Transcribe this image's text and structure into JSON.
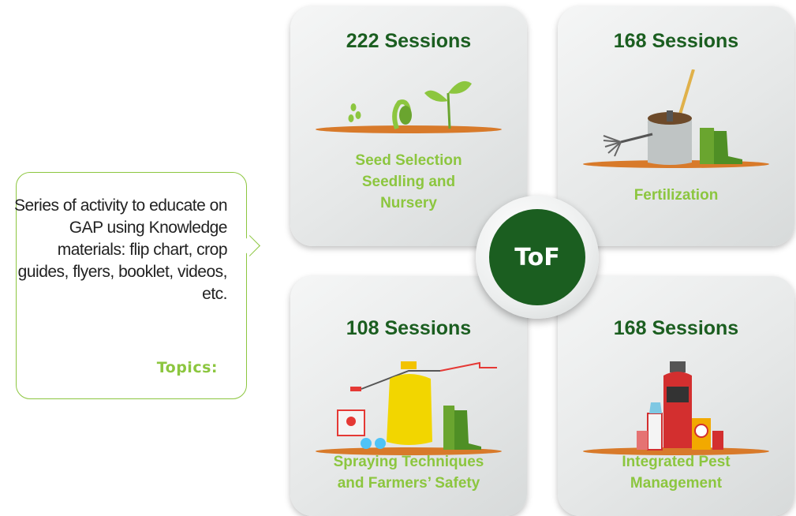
{
  "callout": {
    "description": "Series of activity to educate on GAP using Knowledge materials: flip chart, crop guides, flyers, booklet, videos, etc.",
    "topics_label": "Topics:"
  },
  "center": {
    "label": "ToF"
  },
  "cards": [
    {
      "sessions_count": "222",
      "sessions_word": "Sessions",
      "topic_lines": [
        "Seed Selection",
        "Seedling and",
        "Nursery"
      ],
      "icon": "seedling-icon"
    },
    {
      "sessions_count": "168",
      "sessions_word": "Sessions",
      "topic_lines": [
        "Fertilization"
      ],
      "icon": "fertilizer-icon"
    },
    {
      "sessions_count": "108",
      "sessions_word": "Sessions",
      "topic_lines": [
        "Spraying Techniques",
        "and Farmers’ Safety"
      ],
      "icon": "sprayer-icon"
    },
    {
      "sessions_count": "168",
      "sessions_word": "Sessions",
      "topic_lines": [
        "Integrated Pest",
        "Management"
      ],
      "icon": "pesticide-icon"
    }
  ],
  "colors": {
    "dark_green": "#1b5e20",
    "light_green": "#8cc63f",
    "soil_orange": "#d87a2a"
  }
}
